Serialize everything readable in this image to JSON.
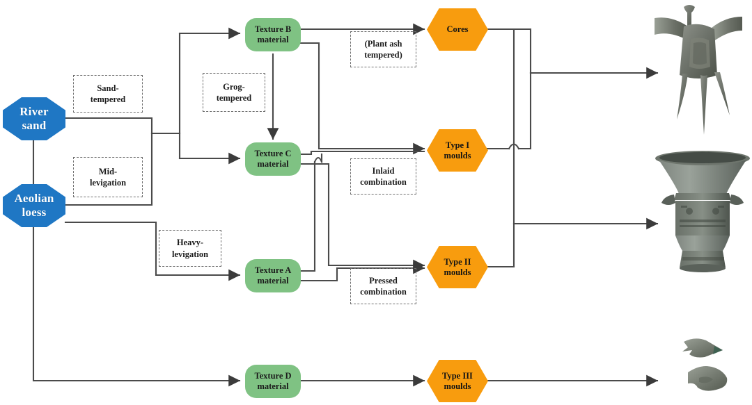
{
  "diagram": {
    "title": "Ceramic raw material to bronze casting product flowchart",
    "colors": {
      "source_blue": "#1F77C4",
      "material_green": "#7FC283",
      "product_orange": "#F89C0E",
      "line_gray": "#4a4a4a",
      "annotation_border": "#6d6d6d",
      "background": "#ffffff"
    }
  },
  "sources": [
    {
      "id": "river-sand",
      "label": "River\nsand",
      "line1": "River",
      "line2": "sand"
    },
    {
      "id": "aeolian-loess",
      "label": "Aeolian\nloess",
      "line1": "Aeolian",
      "line2": "loess"
    }
  ],
  "materials": [
    {
      "id": "texture-b",
      "line1": "Texture B",
      "line2": "material"
    },
    {
      "id": "texture-c",
      "line1": "Texture C",
      "line2": "material"
    },
    {
      "id": "texture-a",
      "line1": "Texture A",
      "line2": "material"
    },
    {
      "id": "texture-d",
      "line1": "Texture D",
      "line2": "material"
    }
  ],
  "products": [
    {
      "id": "cores",
      "line1": "Cores",
      "line2": ""
    },
    {
      "id": "type-i-moulds",
      "line1": "Type I",
      "line2": "moulds"
    },
    {
      "id": "type-ii-moulds",
      "line1": "Type II",
      "line2": "moulds"
    },
    {
      "id": "type-iii-moulds",
      "line1": "Type III",
      "line2": "moulds"
    }
  ],
  "annotations": [
    {
      "id": "sand-tempered",
      "line1": "Sand-",
      "line2": "tempered"
    },
    {
      "id": "mid-levigation",
      "line1": "Mid-",
      "line2": "levigation"
    },
    {
      "id": "heavy-levigation",
      "line1": "Heavy-",
      "line2": "levigation"
    },
    {
      "id": "grog-tempered",
      "line1": "Grog-",
      "line2": "tempered"
    },
    {
      "id": "plant-ash-tempered",
      "line1": "(Plant ash",
      "line2": "tempered)"
    },
    {
      "id": "inlaid-combination",
      "line1": "Inlaid",
      "line2": "combination"
    },
    {
      "id": "pressed-combination",
      "line1": "Pressed",
      "line2": "combination"
    }
  ],
  "artifacts": [
    {
      "id": "bronze-jue-vessel",
      "caption": ""
    },
    {
      "id": "bronze-zun-vessel",
      "caption": ""
    },
    {
      "id": "bronze-arrowheads",
      "caption": ""
    }
  ]
}
